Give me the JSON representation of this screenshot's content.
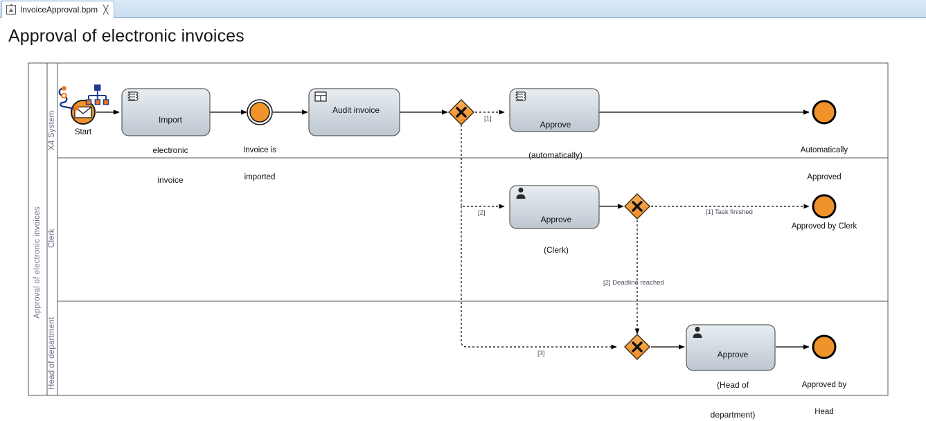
{
  "window": {
    "tab": {
      "label": "InvoiceApproval.bpm",
      "icon": "process-file-icon",
      "close_label": "╳"
    }
  },
  "page": {
    "title": "Approval of electronic invoices"
  },
  "diagram": {
    "type": "bpmn-process",
    "pool": {
      "name": "Approval of electronic invoices",
      "lanes": [
        {
          "id": "lane-x4-system",
          "name": "X4 System"
        },
        {
          "id": "lane-clerk",
          "name": "Clerk"
        },
        {
          "id": "lane-head-of-department",
          "name": "Head of department"
        }
      ]
    },
    "colors": {
      "event_fill": "#f0932b",
      "event_stroke": "#1a1a1a",
      "gateway_fill": "#f59a3c",
      "gateway_stroke": "#3a2a10",
      "task_fill_top": "#e4eaee",
      "task_fill_bottom": "#c3ccd4",
      "task_stroke": "#5a5a5a",
      "lane_stroke": "#555566",
      "lane_caption": "#6f6f86",
      "flow_stroke": "#000000",
      "flow_label": "#4a4a5a",
      "decor_blue": "#213a8f",
      "decor_orange": "#f0751c"
    },
    "nodes": [
      {
        "id": "start",
        "lane": "lane-x4-system",
        "type": "start-event-message",
        "label": "Start",
        "icon": "envelope-icon"
      },
      {
        "id": "import-electronic-invoice",
        "lane": "lane-x4-system",
        "type": "task-script",
        "label": "Import\nelectronic\ninvoice",
        "icon": "script-task-icon"
      },
      {
        "id": "invoice-is-imported",
        "lane": "lane-x4-system",
        "type": "intermediate-event",
        "label": "Invoice is\nimported"
      },
      {
        "id": "audit-invoice",
        "lane": "lane-x4-system",
        "type": "task-business-rule",
        "label": "Audit invoice",
        "icon": "business-rule-icon"
      },
      {
        "id": "gateway-audit-result",
        "lane": "lane-x4-system",
        "type": "exclusive-gateway"
      },
      {
        "id": "approve-automatically",
        "lane": "lane-x4-system",
        "type": "task-script",
        "label": "Approve\n(automatically)",
        "icon": "script-task-icon"
      },
      {
        "id": "automatically-approved",
        "lane": "lane-x4-system",
        "type": "end-event",
        "label": "Automatically\nApproved"
      },
      {
        "id": "approve-clerk",
        "lane": "lane-clerk",
        "type": "task-user",
        "label": "Approve\n(Clerk)",
        "icon": "user-task-icon"
      },
      {
        "id": "gateway-clerk-result",
        "lane": "lane-clerk",
        "type": "exclusive-gateway"
      },
      {
        "id": "approved-by-clerk",
        "lane": "lane-clerk",
        "type": "end-event",
        "label": "Approved by Clerk"
      },
      {
        "id": "gateway-head-merge",
        "lane": "lane-head-of-department",
        "type": "exclusive-gateway"
      },
      {
        "id": "approve-head-of-department",
        "lane": "lane-head-of-department",
        "type": "task-user",
        "label": "Approve\n(Head of\ndepartment)",
        "icon": "user-task-icon"
      },
      {
        "id": "approved-by-head",
        "lane": "lane-head-of-department",
        "type": "end-event",
        "label": "Approved by\nHead"
      }
    ],
    "flows": [
      {
        "id": "flow-start-import",
        "from": "start",
        "to": "import-electronic-invoice",
        "style": "solid",
        "label": ""
      },
      {
        "id": "flow-import-imported",
        "from": "import-electronic-invoice",
        "to": "invoice-is-imported",
        "style": "solid",
        "label": ""
      },
      {
        "id": "flow-imported-audit",
        "from": "invoice-is-imported",
        "to": "audit-invoice",
        "style": "solid",
        "label": ""
      },
      {
        "id": "flow-audit-gateway",
        "from": "audit-invoice",
        "to": "gateway-audit-result",
        "style": "solid",
        "label": ""
      },
      {
        "id": "flow-gateway-auto",
        "from": "gateway-audit-result",
        "to": "approve-automatically",
        "style": "dashed",
        "label": "[1]"
      },
      {
        "id": "flow-auto-end",
        "from": "approve-automatically",
        "to": "automatically-approved",
        "style": "solid",
        "label": ""
      },
      {
        "id": "flow-gateway-clerk",
        "from": "gateway-audit-result",
        "to": "approve-clerk",
        "style": "dashed",
        "label": "[2]"
      },
      {
        "id": "flow-clerk-gateway",
        "from": "approve-clerk",
        "to": "gateway-clerk-result",
        "style": "solid",
        "label": ""
      },
      {
        "id": "flow-clerk-approved",
        "from": "gateway-clerk-result",
        "to": "approved-by-clerk",
        "style": "dashed",
        "label": "[1] Task finished"
      },
      {
        "id": "flow-clerk-deadline",
        "from": "gateway-clerk-result",
        "to": "gateway-head-merge",
        "style": "dashed",
        "label": "[2] Deadline reached"
      },
      {
        "id": "flow-gateway-head",
        "from": "gateway-audit-result",
        "to": "gateway-head-merge",
        "style": "dashed",
        "label": "[3]"
      },
      {
        "id": "flow-head-approve",
        "from": "gateway-head-merge",
        "to": "approve-head-of-department",
        "style": "solid",
        "label": ""
      },
      {
        "id": "flow-head-end",
        "from": "approve-head-of-department",
        "to": "approved-by-head",
        "style": "solid",
        "label": ""
      }
    ],
    "labels": {
      "start": "Start",
      "import_l1": "Import",
      "import_l2": "electronic",
      "import_l3": "invoice",
      "invoice_imported_l1": "Invoice is",
      "invoice_imported_l2": "imported",
      "audit_invoice": "Audit invoice",
      "approve_auto_l1": "Approve",
      "approve_auto_l2": "(automatically)",
      "auto_approved_l1": "Automatically",
      "auto_approved_l2": "Approved",
      "approve_clerk_l1": "Approve",
      "approve_clerk_l2": "(Clerk)",
      "approved_by_clerk": "Approved by Clerk",
      "approve_head_l1": "Approve",
      "approve_head_l2": "(Head of",
      "approve_head_l3": "department)",
      "approved_by_head_l1": "Approved by",
      "approved_by_head_l2": "Head",
      "cond_1": "[1]",
      "cond_2": "[2]",
      "cond_3": "[3]",
      "cond_task_finished": "[1] Task finished",
      "cond_deadline": "[2] Deadline reached"
    }
  }
}
